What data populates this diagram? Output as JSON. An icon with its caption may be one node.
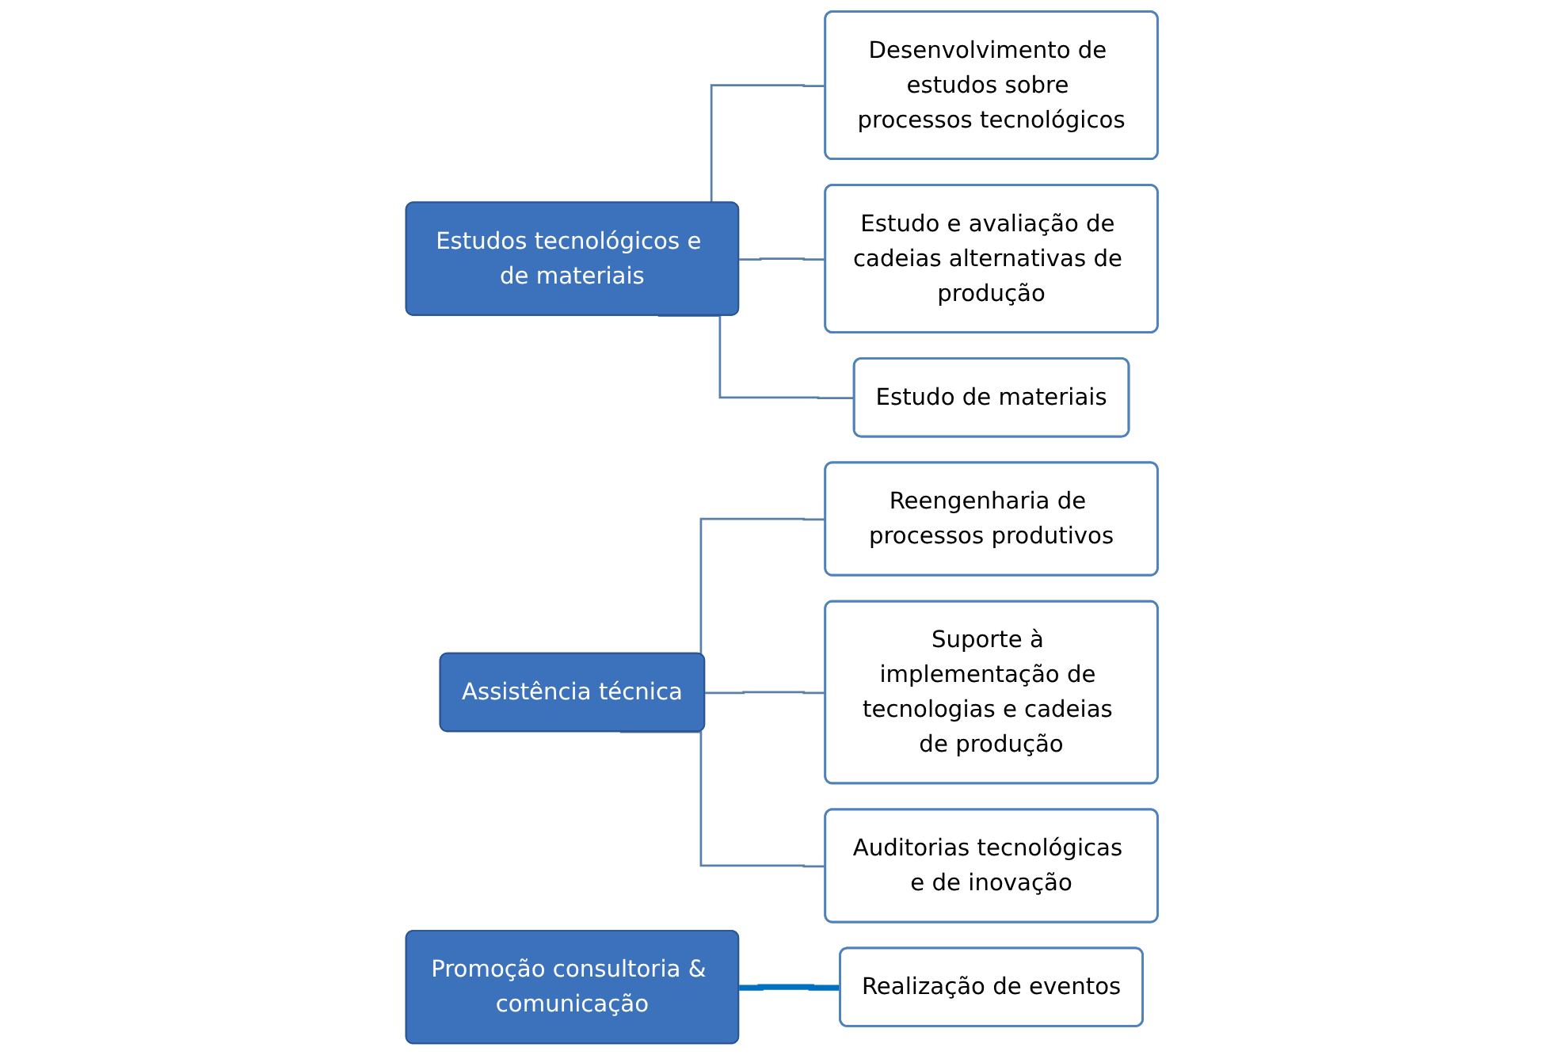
{
  "diagram": {
    "nodes": [
      {
        "text": [
          "Estudos tecnológicos e de materiais"
        ]
      },
      {
        "text": [
          "Desenvolvimento de estudos sobre processos tecnológicos"
        ]
      },
      {
        "text": [
          "Estudo e avaliação de cadeias alternativas de produção"
        ]
      },
      {
        "text": [
          "Estudo de materiais"
        ]
      },
      {
        "text": [
          "Assistência técnica"
        ]
      },
      {
        "text": [
          "Reengenharia de processos produtivos"
        ]
      },
      {
        "text": [
          "Suporte à implementação de tecnologias e cadeias de produção"
        ]
      },
      {
        "text": [
          "Auditorias tecnológicas e de inovação"
        ]
      },
      {
        "text": [
          "Promoção consultoria & comunicação"
        ]
      },
      {
        "text": [
          "Realização de eventos"
        ]
      }
    ],
    "edges": [
      {
        "from": 0,
        "to": 1,
        "arrow": "none"
      },
      {
        "from": 0,
        "to": 2,
        "arrow": "none"
      },
      {
        "from": 0,
        "to": 3,
        "arrow": "none"
      },
      {
        "from": 4,
        "to": 5,
        "arrow": "none"
      },
      {
        "from": 4,
        "to": 6,
        "arrow": "none"
      },
      {
        "from": 4,
        "to": 7,
        "arrow": "none"
      },
      {
        "from": 8,
        "to": 9,
        "arrow": "none",
        "style": "thick",
        "color": "#0070c0"
      }
    ]
  }
}
